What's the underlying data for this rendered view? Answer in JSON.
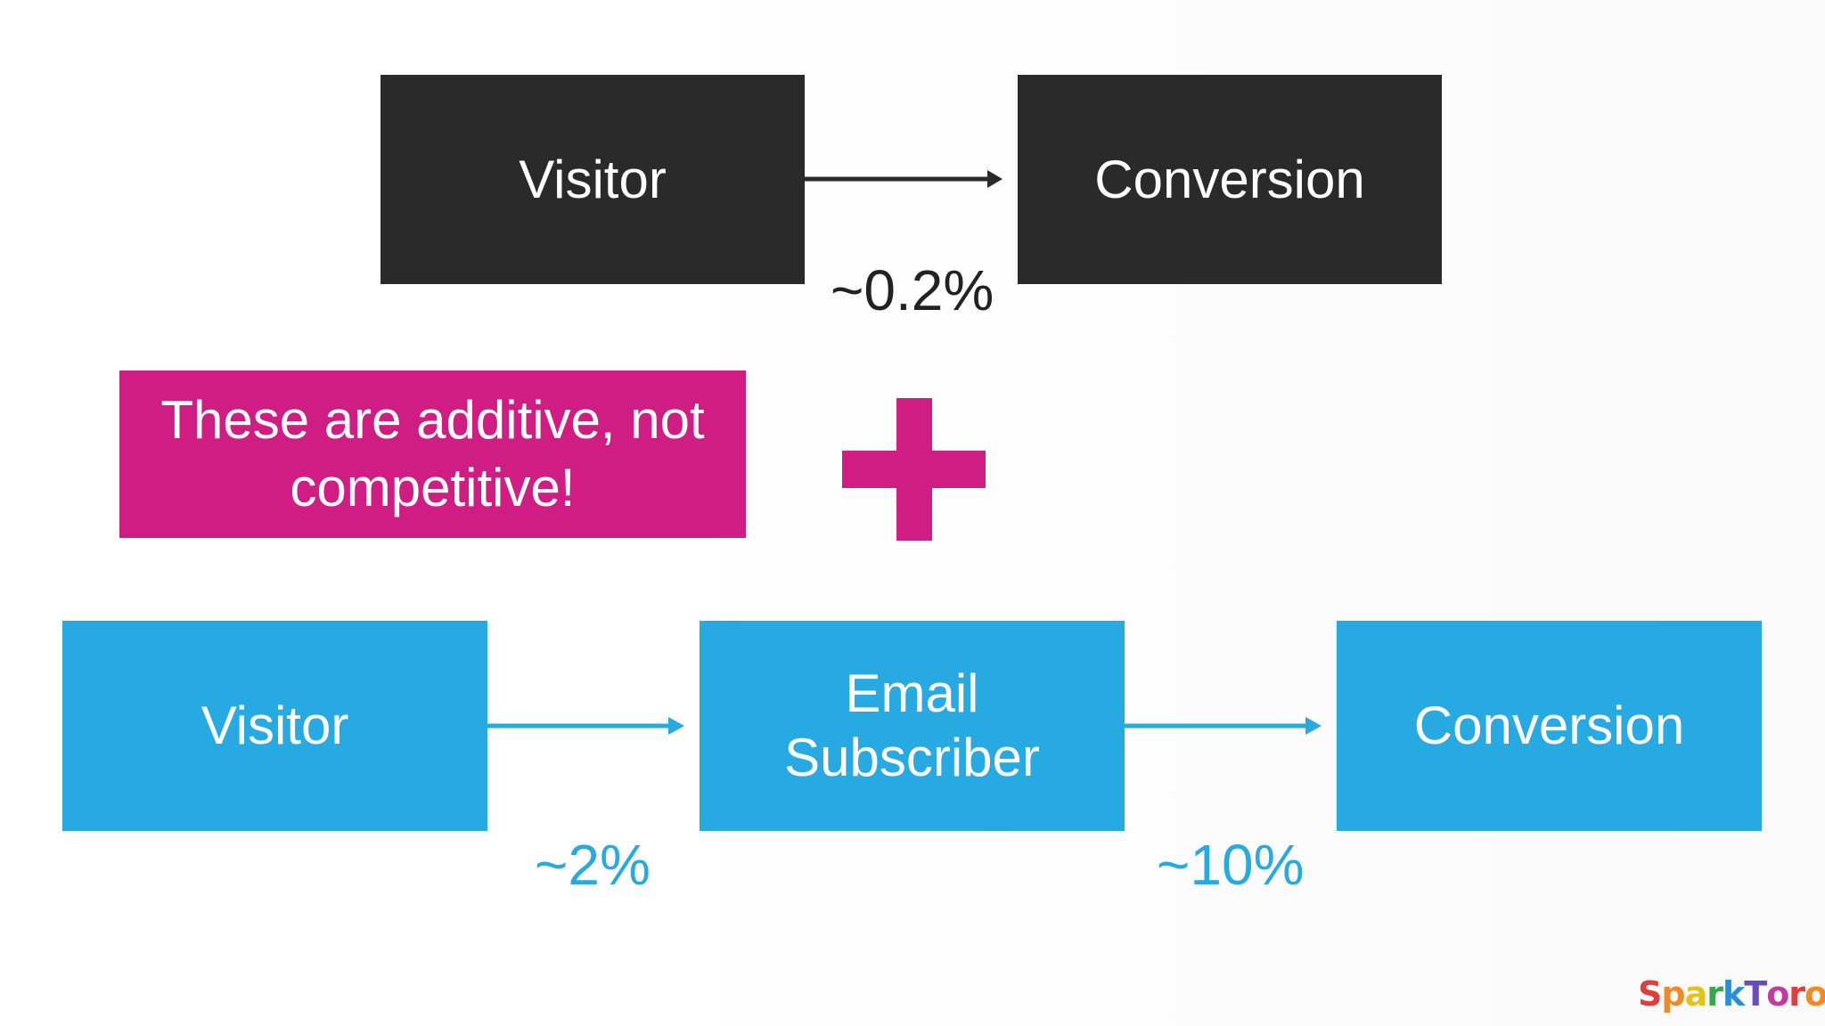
{
  "top_flow": {
    "visitor_label": "Visitor",
    "conversion_label": "Conversion",
    "rate": "~0.2%"
  },
  "callout": {
    "text": "These are additive, not competitive!"
  },
  "bottom_flow": {
    "visitor_label": "Visitor",
    "subscriber_label": "Email\nSubscriber",
    "conversion_label": "Conversion",
    "rate_visitor_to_subscriber": "~2%",
    "rate_subscriber_to_conversion": "~10%"
  },
  "logo": {
    "text": "SparkToro",
    "letter_colors": [
      "#e23d3d",
      "#f08a24",
      "#e3c21b",
      "#37a84a",
      "#2a8fd6",
      "#6a4bc4",
      "#c03ca0",
      "#e23d3d",
      "#f08a24"
    ]
  },
  "colors": {
    "dark_box": "#2a2a2a",
    "blue_box": "#27aae1",
    "magenta": "#cf1d83"
  }
}
